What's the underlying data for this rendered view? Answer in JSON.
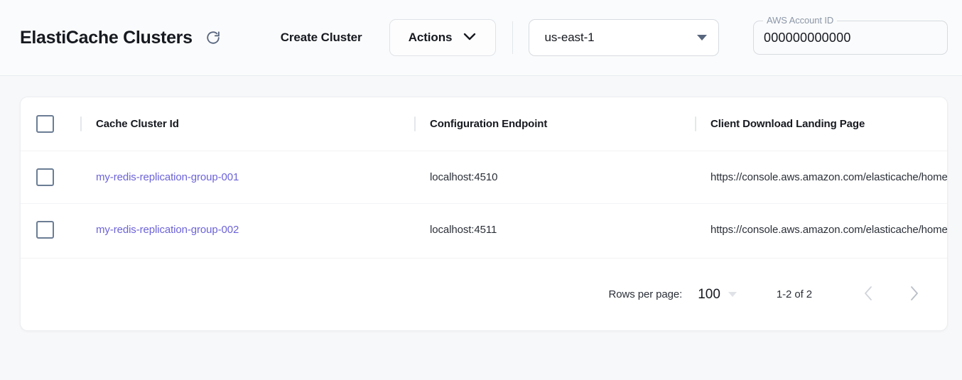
{
  "header": {
    "title": "ElastiCache Clusters",
    "refresh_icon": "refresh-icon",
    "create_cluster_label": "Create Cluster",
    "actions_label": "Actions",
    "actions_caret_icon": "chevron-down-icon",
    "region": {
      "value": "us-east-1",
      "caret_icon": "triangle-down-icon"
    },
    "account": {
      "legend": "AWS Account ID",
      "value": "000000000000"
    }
  },
  "table": {
    "columns": [
      {
        "label": "Cache Cluster Id"
      },
      {
        "label": "Configuration Endpoint"
      },
      {
        "label": "Client Download Landing Page"
      }
    ],
    "rows": [
      {
        "cluster_id": "my-redis-replication-group-001",
        "endpoint": "localhost:4510",
        "landing_page": "https://console.aws.amazon.com/elasticache/home"
      },
      {
        "cluster_id": "my-redis-replication-group-002",
        "endpoint": "localhost:4511",
        "landing_page": "https://console.aws.amazon.com/elasticache/home"
      }
    ]
  },
  "pagination": {
    "rows_per_page_label": "Rows per page:",
    "rows_per_page_value": "100",
    "range_label": "1-2 of 2",
    "prev_icon": "chevron-left-icon",
    "next_icon": "chevron-right-icon"
  },
  "colors": {
    "link": "#6c63d8",
    "page_bg": "#f7f8fa",
    "card_bg": "#ffffff",
    "checkbox_border": "#6b7d94",
    "caret": "#58667e"
  }
}
